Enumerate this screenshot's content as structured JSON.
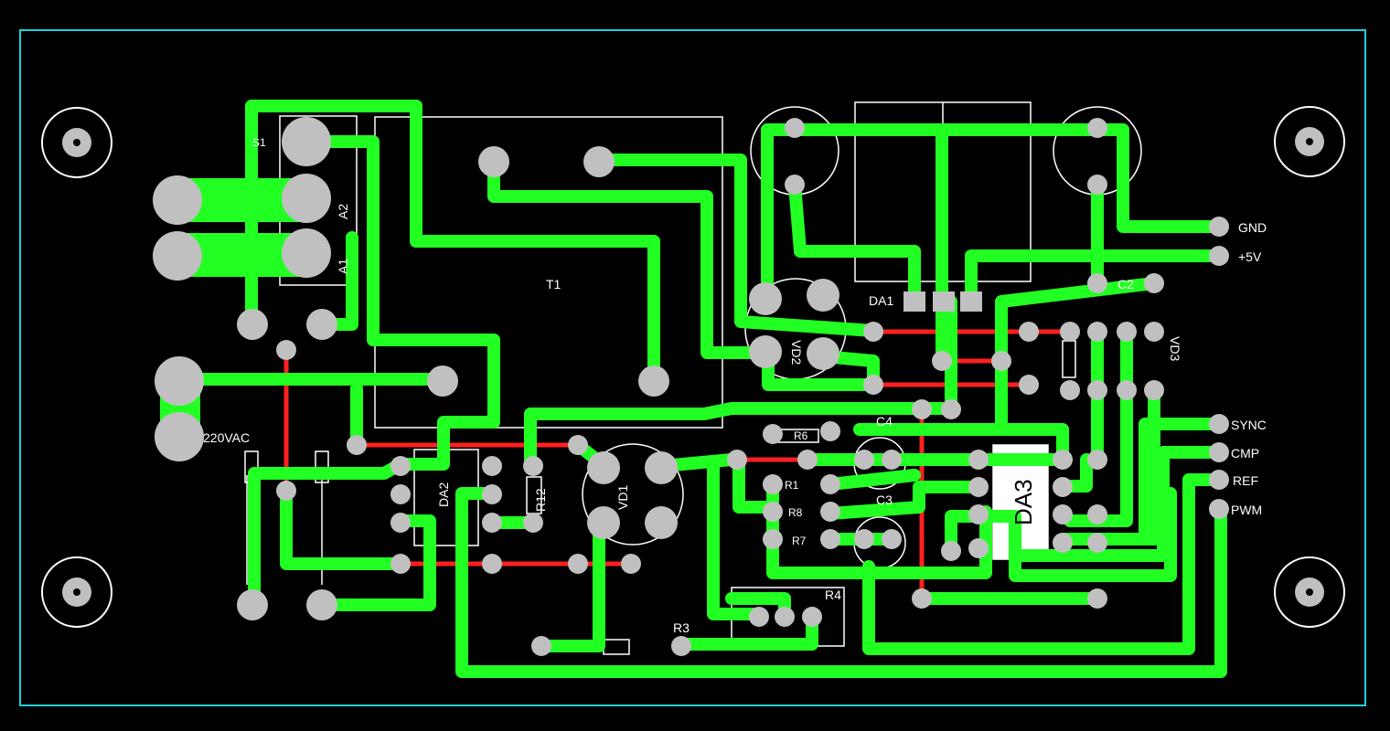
{
  "board": {
    "colors": {
      "background": "#000000",
      "outline": "#1ed0d8",
      "top_trace": "#22ff22",
      "bottom_trace": "#ff2020",
      "pad": "#c0c0c0",
      "silkscreen": "#ffffff"
    }
  },
  "labels": {
    "t1": "T1",
    "da1": "DA1",
    "da2": "DA2",
    "da3": "DA3",
    "vd1": "VD1",
    "vd2": "VD2",
    "vd3": "VD3",
    "c2": "C2",
    "c3": "C3",
    "c4": "C4",
    "r3": "R3",
    "r4": "R4",
    "r6": "R6",
    "r12": "R12",
    "r1": "R1",
    "r8": "R8",
    "r7": "R7",
    "s1": "S1",
    "a1": "A1",
    "a2": "A2",
    "ac": "220VAC"
  },
  "connectors": {
    "gnd": "GND",
    "vcc": "+5V",
    "sync": "SYNC",
    "cmp": "CMP",
    "ref": "REF",
    "pwm": "PWM"
  }
}
